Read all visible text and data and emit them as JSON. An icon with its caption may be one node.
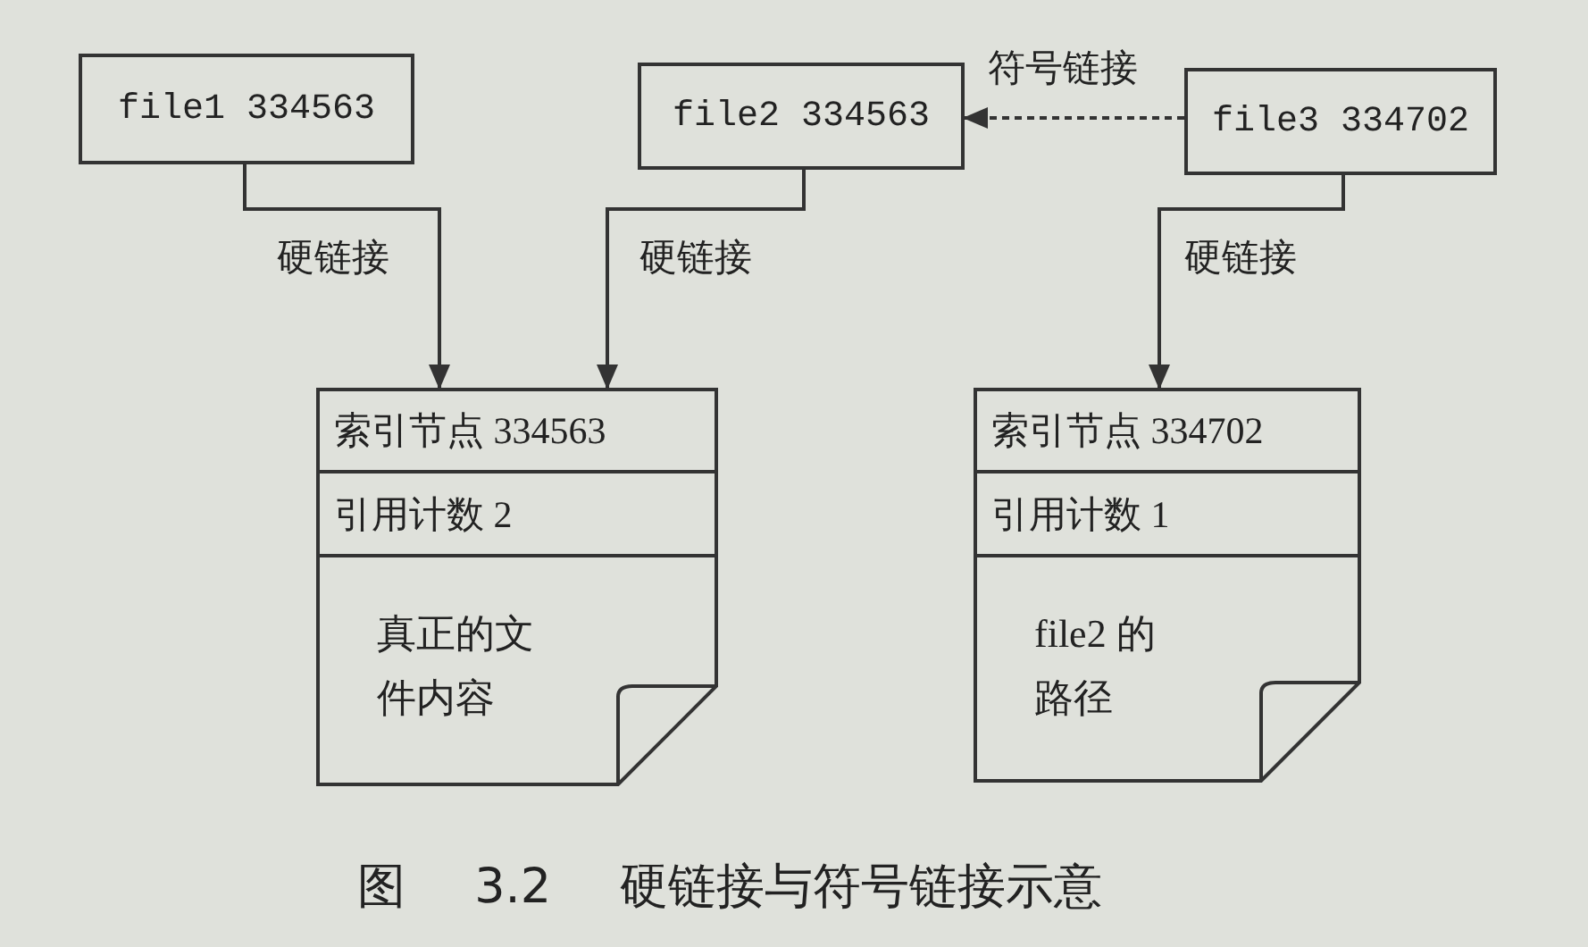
{
  "diagram": {
    "caption": "图 3.2 硬链接与符号链接示意",
    "nodes": [
      {
        "text": [
          "file1 334563"
        ]
      },
      {
        "text": [
          "file2 334563"
        ]
      },
      {
        "text": [
          "file3 334702"
        ]
      },
      {
        "text": [
          "索引节点 334563",
          "引用计数 2",
          "真正的文件内容"
        ]
      },
      {
        "text": [
          "索引节点 334702",
          "引用计数 1",
          "file2 的路径"
        ]
      }
    ],
    "edges": [
      {
        "from": 0,
        "to": 3,
        "arrow": "to",
        "label": "硬链接"
      },
      {
        "from": 1,
        "to": 3,
        "arrow": "to",
        "label": "硬链接"
      },
      {
        "from": 2,
        "to": 1,
        "arrow": "to",
        "label": "符号链接",
        "style": "dashed"
      },
      {
        "from": 2,
        "to": 4,
        "arrow": "to",
        "label": "硬链接"
      }
    ]
  }
}
